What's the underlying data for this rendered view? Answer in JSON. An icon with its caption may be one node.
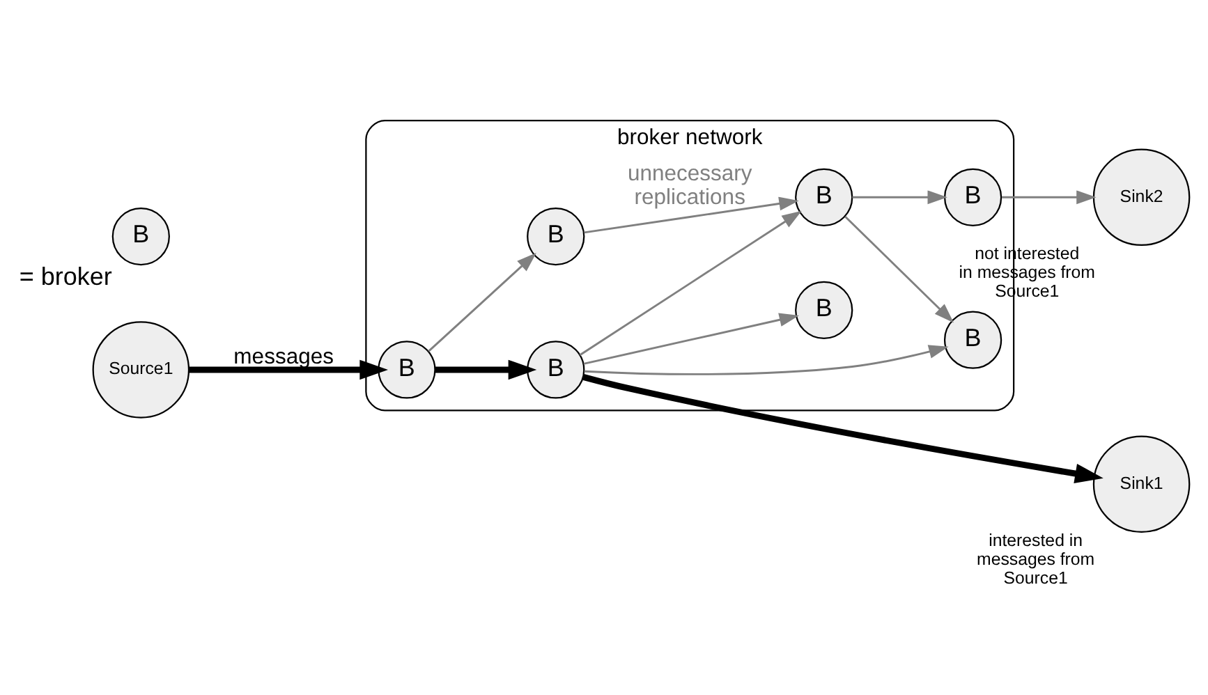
{
  "diagram": {
    "nodes": [
      {
        "text": [
          "Source1"
        ]
      },
      {
        "text": [
          "broker network"
        ]
      },
      {
        "text": [
          "B"
        ],
        "in": 1
      },
      {
        "text": [
          "B"
        ],
        "in": 1
      },
      {
        "text": [
          "B"
        ],
        "in": 1
      },
      {
        "text": [
          "B"
        ],
        "in": 1
      },
      {
        "text": [
          "B"
        ],
        "in": 1
      },
      {
        "text": [
          "B"
        ],
        "in": 1
      },
      {
        "text": [
          "B"
        ],
        "in": 1
      },
      {
        "text": [
          "Sink1"
        ],
        "beside": [
          "interested in messages from Source1"
        ]
      },
      {
        "text": [
          "Sink2"
        ],
        "beside": [
          "not interested in messages from Source1"
        ]
      },
      {
        "text": [
          "B"
        ],
        "beside": [
          "= broker"
        ]
      }
    ],
    "edges": [
      {
        "from": 0,
        "to": 2,
        "arrow": "to",
        "label": "messages",
        "style": "thick",
        "color": "#000000"
      },
      {
        "from": 2,
        "to": 3,
        "arrow": "to",
        "style": "thick",
        "color": "#000000"
      },
      {
        "from": 3,
        "to": 9,
        "arrow": "to",
        "style": "thick",
        "color": "#000000"
      },
      {
        "from": 2,
        "to": 5,
        "arrow": "to"
      },
      {
        "from": 5,
        "to": 6,
        "arrow": "to",
        "label": "unnecessary replications"
      },
      {
        "from": 3,
        "to": 4,
        "arrow": "to"
      },
      {
        "from": 3,
        "to": 6,
        "arrow": "to"
      },
      {
        "from": 3,
        "to": 7,
        "arrow": "to"
      },
      {
        "from": 6,
        "to": 7,
        "arrow": "to"
      },
      {
        "from": 6,
        "to": 8,
        "arrow": "to"
      },
      {
        "from": 8,
        "to": 10,
        "arrow": "to"
      }
    ]
  }
}
